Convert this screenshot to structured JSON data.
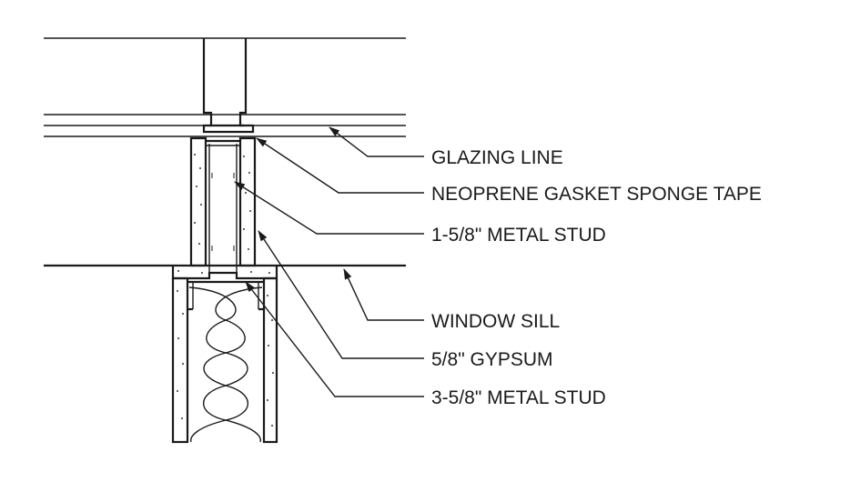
{
  "labels": {
    "glazing_line": "GLAZING LINE",
    "gasket": "NEOPRENE GASKET SPONGE TAPE",
    "stud_small": "1-5/8\" METAL STUD",
    "window_sill": "WINDOW SILL",
    "gypsum": "5/8\" GYPSUM",
    "stud_large": "3-5/8\" METAL STUD"
  },
  "colors": {
    "line": "#1a1a1a",
    "background": "#ffffff"
  }
}
